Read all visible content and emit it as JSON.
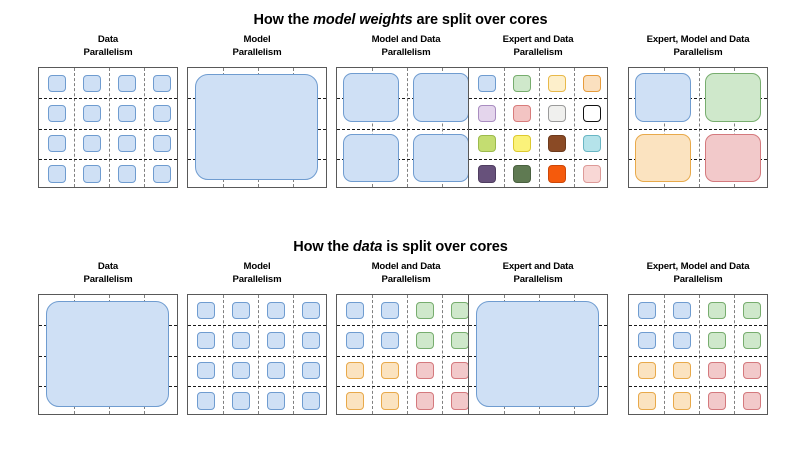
{
  "sections": [
    {
      "id": "model-weights",
      "title_prefix": "How the ",
      "title_em": "model weights",
      "title_suffix": " are split over cores",
      "panels": [
        {
          "title": "Data\nParallelism",
          "layout": "grid16-blue"
        },
        {
          "title": "Model\nParallelism",
          "layout": "single-blue"
        },
        {
          "title": "Model and Data\nParallelism",
          "layout": "quad-blue"
        },
        {
          "title": "Expert and Data\nParallelism",
          "layout": "grid16-expert"
        },
        {
          "title": "Expert, Model and Data\nParallelism",
          "layout": "quad-color"
        }
      ]
    },
    {
      "id": "data",
      "title_prefix": "How the ",
      "title_em": "data",
      "title_suffix": " is split over cores",
      "panels": [
        {
          "title": "Data\nParallelism",
          "layout": "single-blue"
        },
        {
          "title": "Model\nParallelism",
          "layout": "grid16-blue"
        },
        {
          "title": "Model and Data\nParallelism",
          "layout": "grid16-quadcolor"
        },
        {
          "title": "Expert and Data\nParallelism",
          "layout": "single-blue"
        },
        {
          "title": "Expert, Model and Data\nParallelism",
          "layout": "grid16-quadcolor"
        }
      ]
    }
  ],
  "palette": {
    "blue_fill": "#cfe0f5",
    "blue_edge": "#6f9cd0",
    "green_fill": "#cfe8cb",
    "green_edge": "#77ad6e",
    "orange_fill": "#fbe3c0",
    "orange_edge": "#e8a94a",
    "red_fill": "#f2c9ca",
    "red_edge": "#d4797d",
    "grid_border": "#595959",
    "gridline_dark": "#1a1a1a",
    "gridline_light": "#808080"
  },
  "expert_colors": [
    {
      "name": "light-blue",
      "fill": "#cfe0f5",
      "edge": "#6f9cd0"
    },
    {
      "name": "light-green",
      "fill": "#cfe8cb",
      "edge": "#77ad6e"
    },
    {
      "name": "light-yellow",
      "fill": "#fdefcb",
      "edge": "#e8b94a"
    },
    {
      "name": "light-orange",
      "fill": "#fbe0bf",
      "edge": "#e79c3c"
    },
    {
      "name": "light-purple",
      "fill": "#e4d5ec",
      "edge": "#a98dc0"
    },
    {
      "name": "salmon-pink",
      "fill": "#f3c4c3",
      "edge": "#d87c7b"
    },
    {
      "name": "off-white",
      "fill": "#f0f0ee",
      "edge": "#9a9a9a"
    },
    {
      "name": "white",
      "fill": "#ffffff",
      "edge": "#111111"
    },
    {
      "name": "yellow-green",
      "fill": "#c4dd71",
      "edge": "#9cba4d"
    },
    {
      "name": "bright-yellow",
      "fill": "#fbf27a",
      "edge": "#ddc92f"
    },
    {
      "name": "brown",
      "fill": "#8a4a25",
      "edge": "#6d3a1c"
    },
    {
      "name": "light-cyan",
      "fill": "#b5e3ea",
      "edge": "#69b6c4"
    },
    {
      "name": "dark-purple",
      "fill": "#67517b",
      "edge": "#4f3d60"
    },
    {
      "name": "olive-green",
      "fill": "#5f7a52",
      "edge": "#4a6140"
    },
    {
      "name": "bright-orange",
      "fill": "#f55a0c",
      "edge": "#cc4708"
    },
    {
      "name": "pale-pink",
      "fill": "#f8d7d5",
      "edge": "#dd9a98"
    }
  ],
  "quad_colors": [
    "blue",
    "green",
    "orange",
    "red"
  ]
}
